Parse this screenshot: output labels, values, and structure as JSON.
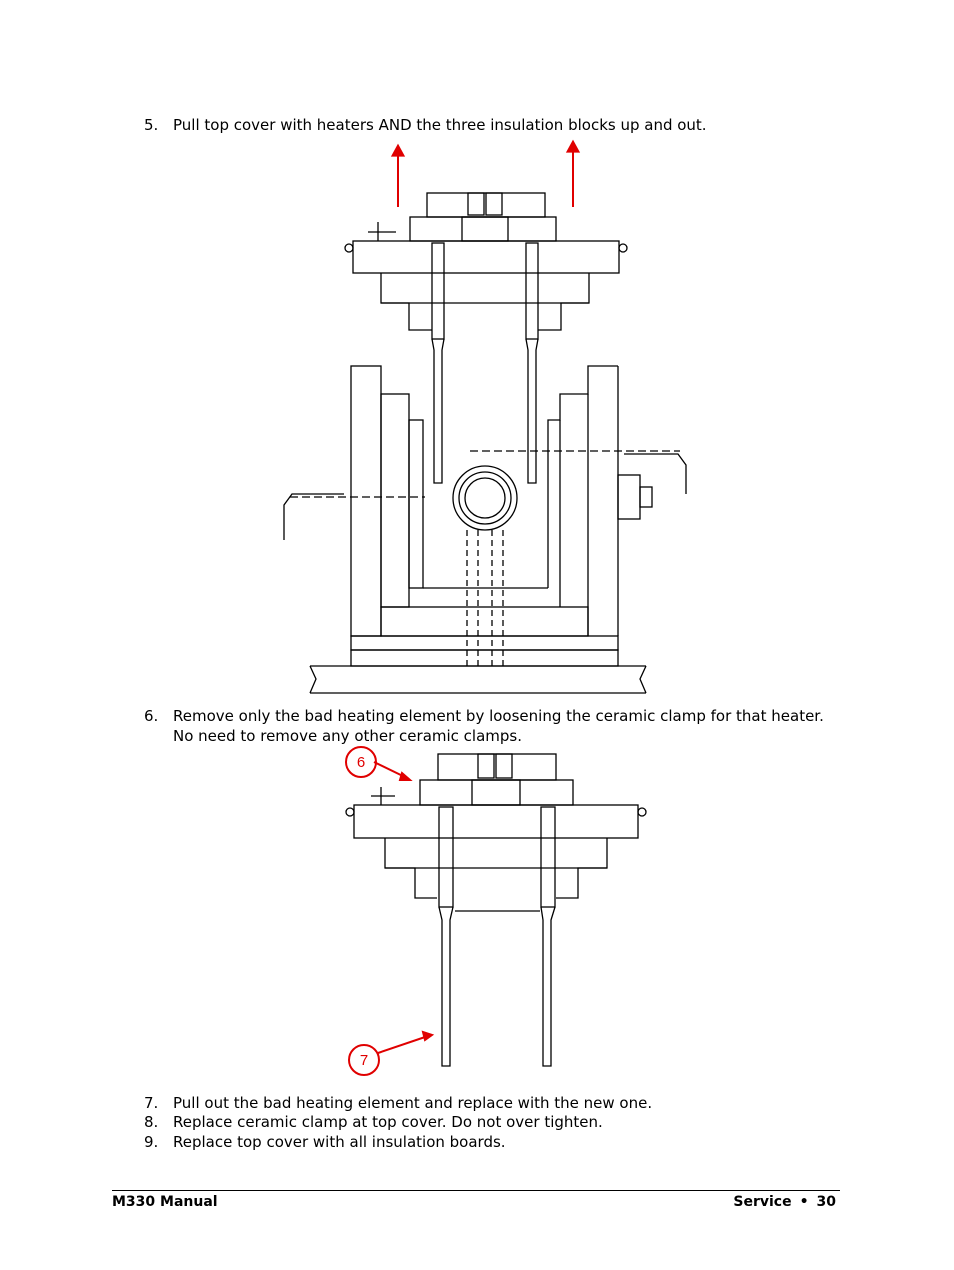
{
  "steps": [
    {
      "num": "5.",
      "lines": [
        "Pull top cover with heaters AND the three insulation blocks up and out."
      ]
    },
    {
      "num": "6.",
      "lines": [
        "Remove only the bad heating element by loosening the ceramic clamp for that heater.",
        "No need to remove any other ceramic clamps."
      ]
    },
    {
      "num": "7.",
      "lines": [
        "Pull out the bad heating element and replace with the new one."
      ]
    },
    {
      "num": "8.",
      "lines": [
        "Replace ceramic clamp at top cover.  Do not over tighten."
      ]
    },
    {
      "num": "9.",
      "lines": [
        "Replace top cover with all insulation boards."
      ]
    }
  ],
  "callouts": {
    "clamp": "6",
    "element": "7"
  },
  "colors": {
    "arrow": "#e00000",
    "line": "#000000"
  },
  "footer": {
    "manual": "M330 Manual",
    "section": "Service",
    "separator": "•",
    "page": "30"
  }
}
